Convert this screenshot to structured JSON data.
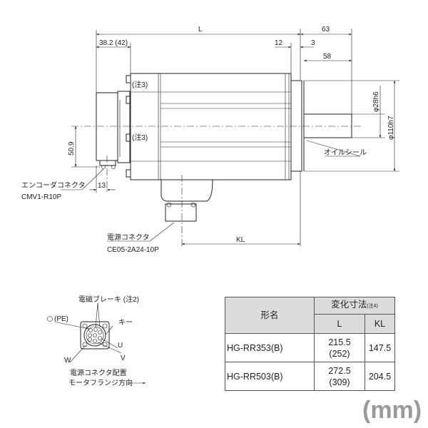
{
  "drawing": {
    "dim_L": "L",
    "dim_38": "38.2 (42)",
    "dim_12": "12",
    "dim_3": "3",
    "dim_63": "63",
    "dim_58": "58",
    "dim_509": "50.9",
    "dim_13": "13",
    "dim_KL": "KL",
    "dim_phi28": "φ28h6",
    "dim_phi110": "φ110h7",
    "note3_a": "(注3)",
    "note3_b": "(注3)",
    "oil_seal": "オイルシール",
    "encoder_label": "エンコーダコネクタ",
    "encoder_part": "CMV1-R10P",
    "power_label": "電源コネクタ",
    "power_part": "CE05-2A24-10P"
  },
  "connector_view": {
    "brake": "電磁ブレーキ (注2)",
    "pe": "(PE)",
    "key": "キー",
    "u": "U",
    "v": "V",
    "w": "W",
    "caption1": "電源コネクタ配置",
    "caption2": "モータフランジ方向"
  },
  "table": {
    "col_model": "形名",
    "col_var": "変化寸法",
    "col_var_note": "(注4)",
    "col_L": "L",
    "col_KL": "KL",
    "rows": [
      {
        "model": "HG-RR353(B)",
        "L1": "215.5",
        "L2": "(252)",
        "KL": "147.5"
      },
      {
        "model": "HG-RR503(B)",
        "L1": "272.5",
        "L2": "(309)",
        "KL": "204.5"
      }
    ]
  },
  "unit": "(mm)"
}
